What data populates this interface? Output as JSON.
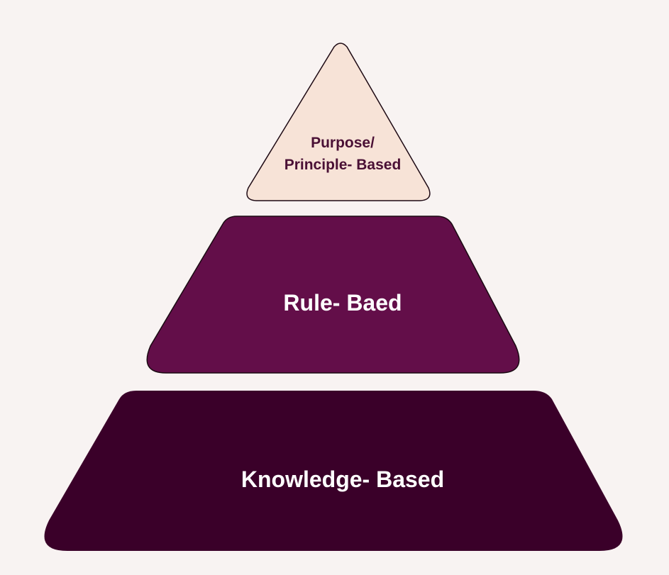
{
  "diagram": {
    "colors": {
      "background": "#F8F3F2",
      "top_fill": "#F7E3D7",
      "top_stroke": "#1E0A14",
      "top_text": "#4A1035",
      "middle_fill": "#630E49",
      "middle_stroke": "#1A0A12",
      "middle_text": "#FFFFFF",
      "bottom_fill": "#3A0029",
      "bottom_text": "#FFFFFF"
    },
    "levels": {
      "top": {
        "line1": "Purpose/",
        "line2": "Principle- Based"
      },
      "middle": {
        "label": "Rule- Baed"
      },
      "bottom": {
        "label": "Knowledge- Based"
      }
    }
  }
}
